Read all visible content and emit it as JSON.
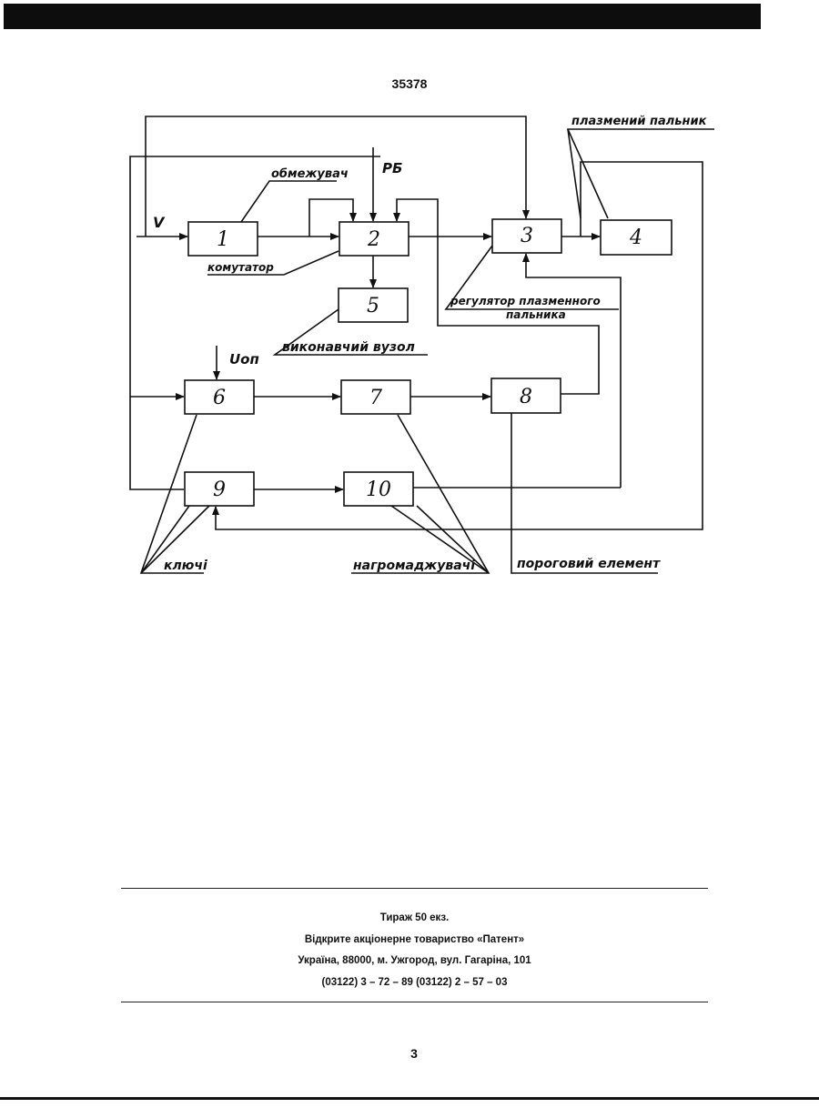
{
  "document": {
    "number": "35378",
    "page_number": "3"
  },
  "diagram": {
    "blocks": [
      {
        "id": "1",
        "label": "1"
      },
      {
        "id": "2",
        "label": "2"
      },
      {
        "id": "3",
        "label": "3"
      },
      {
        "id": "4",
        "label": "4"
      },
      {
        "id": "5",
        "label": "5"
      },
      {
        "id": "6",
        "label": "6"
      },
      {
        "id": "7",
        "label": "7"
      },
      {
        "id": "8",
        "label": "8"
      },
      {
        "id": "9",
        "label": "9"
      },
      {
        "id": "10",
        "label": "10"
      }
    ],
    "labels": {
      "limiter": "обмежувач",
      "switch": "комутатор",
      "plasma_torch": "плазмений пальник",
      "regulator_line1": "регулятор плазменного",
      "regulator_line2": "пальника",
      "executive_unit": "виконавчий вузол",
      "keys": "ключі",
      "accumulators": "нагромаджувачі",
      "threshold_element": "пороговий елемент",
      "input_v": "V",
      "input_rb": "РБ",
      "input_uop": "Uоп"
    }
  },
  "footer": {
    "line1": "Тираж 50 екз.",
    "line2": "Відкрите акціонерне товариство «Патент»",
    "line3": "Україна, 88000, м. Ужгород, вул. Гагаріна, 101",
    "line4": "(03122) 3 – 72 – 89   (03122) 2 – 57 – 03"
  }
}
